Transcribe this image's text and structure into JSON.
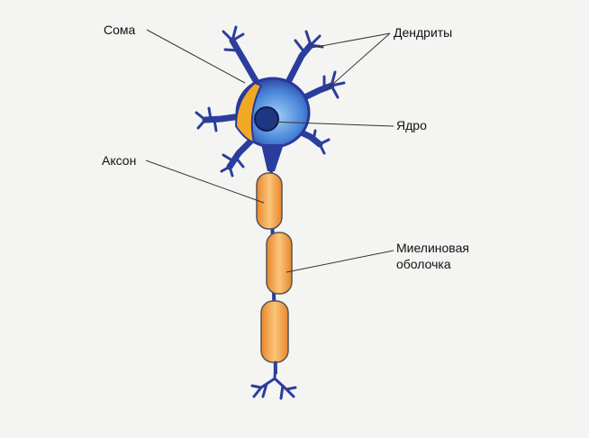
{
  "labels": {
    "soma": "Сома",
    "dendrites": "Дендриты",
    "nucleus": "Ядро",
    "axon": "Аксон",
    "myelin_line1": "Миелиновая",
    "myelin_line2": "оболочка"
  },
  "colors": {
    "neuron": "#2a3f9e",
    "cytoplasm": "#f2a825",
    "myelin": "#f0a040",
    "background": "#f4f4f2"
  }
}
